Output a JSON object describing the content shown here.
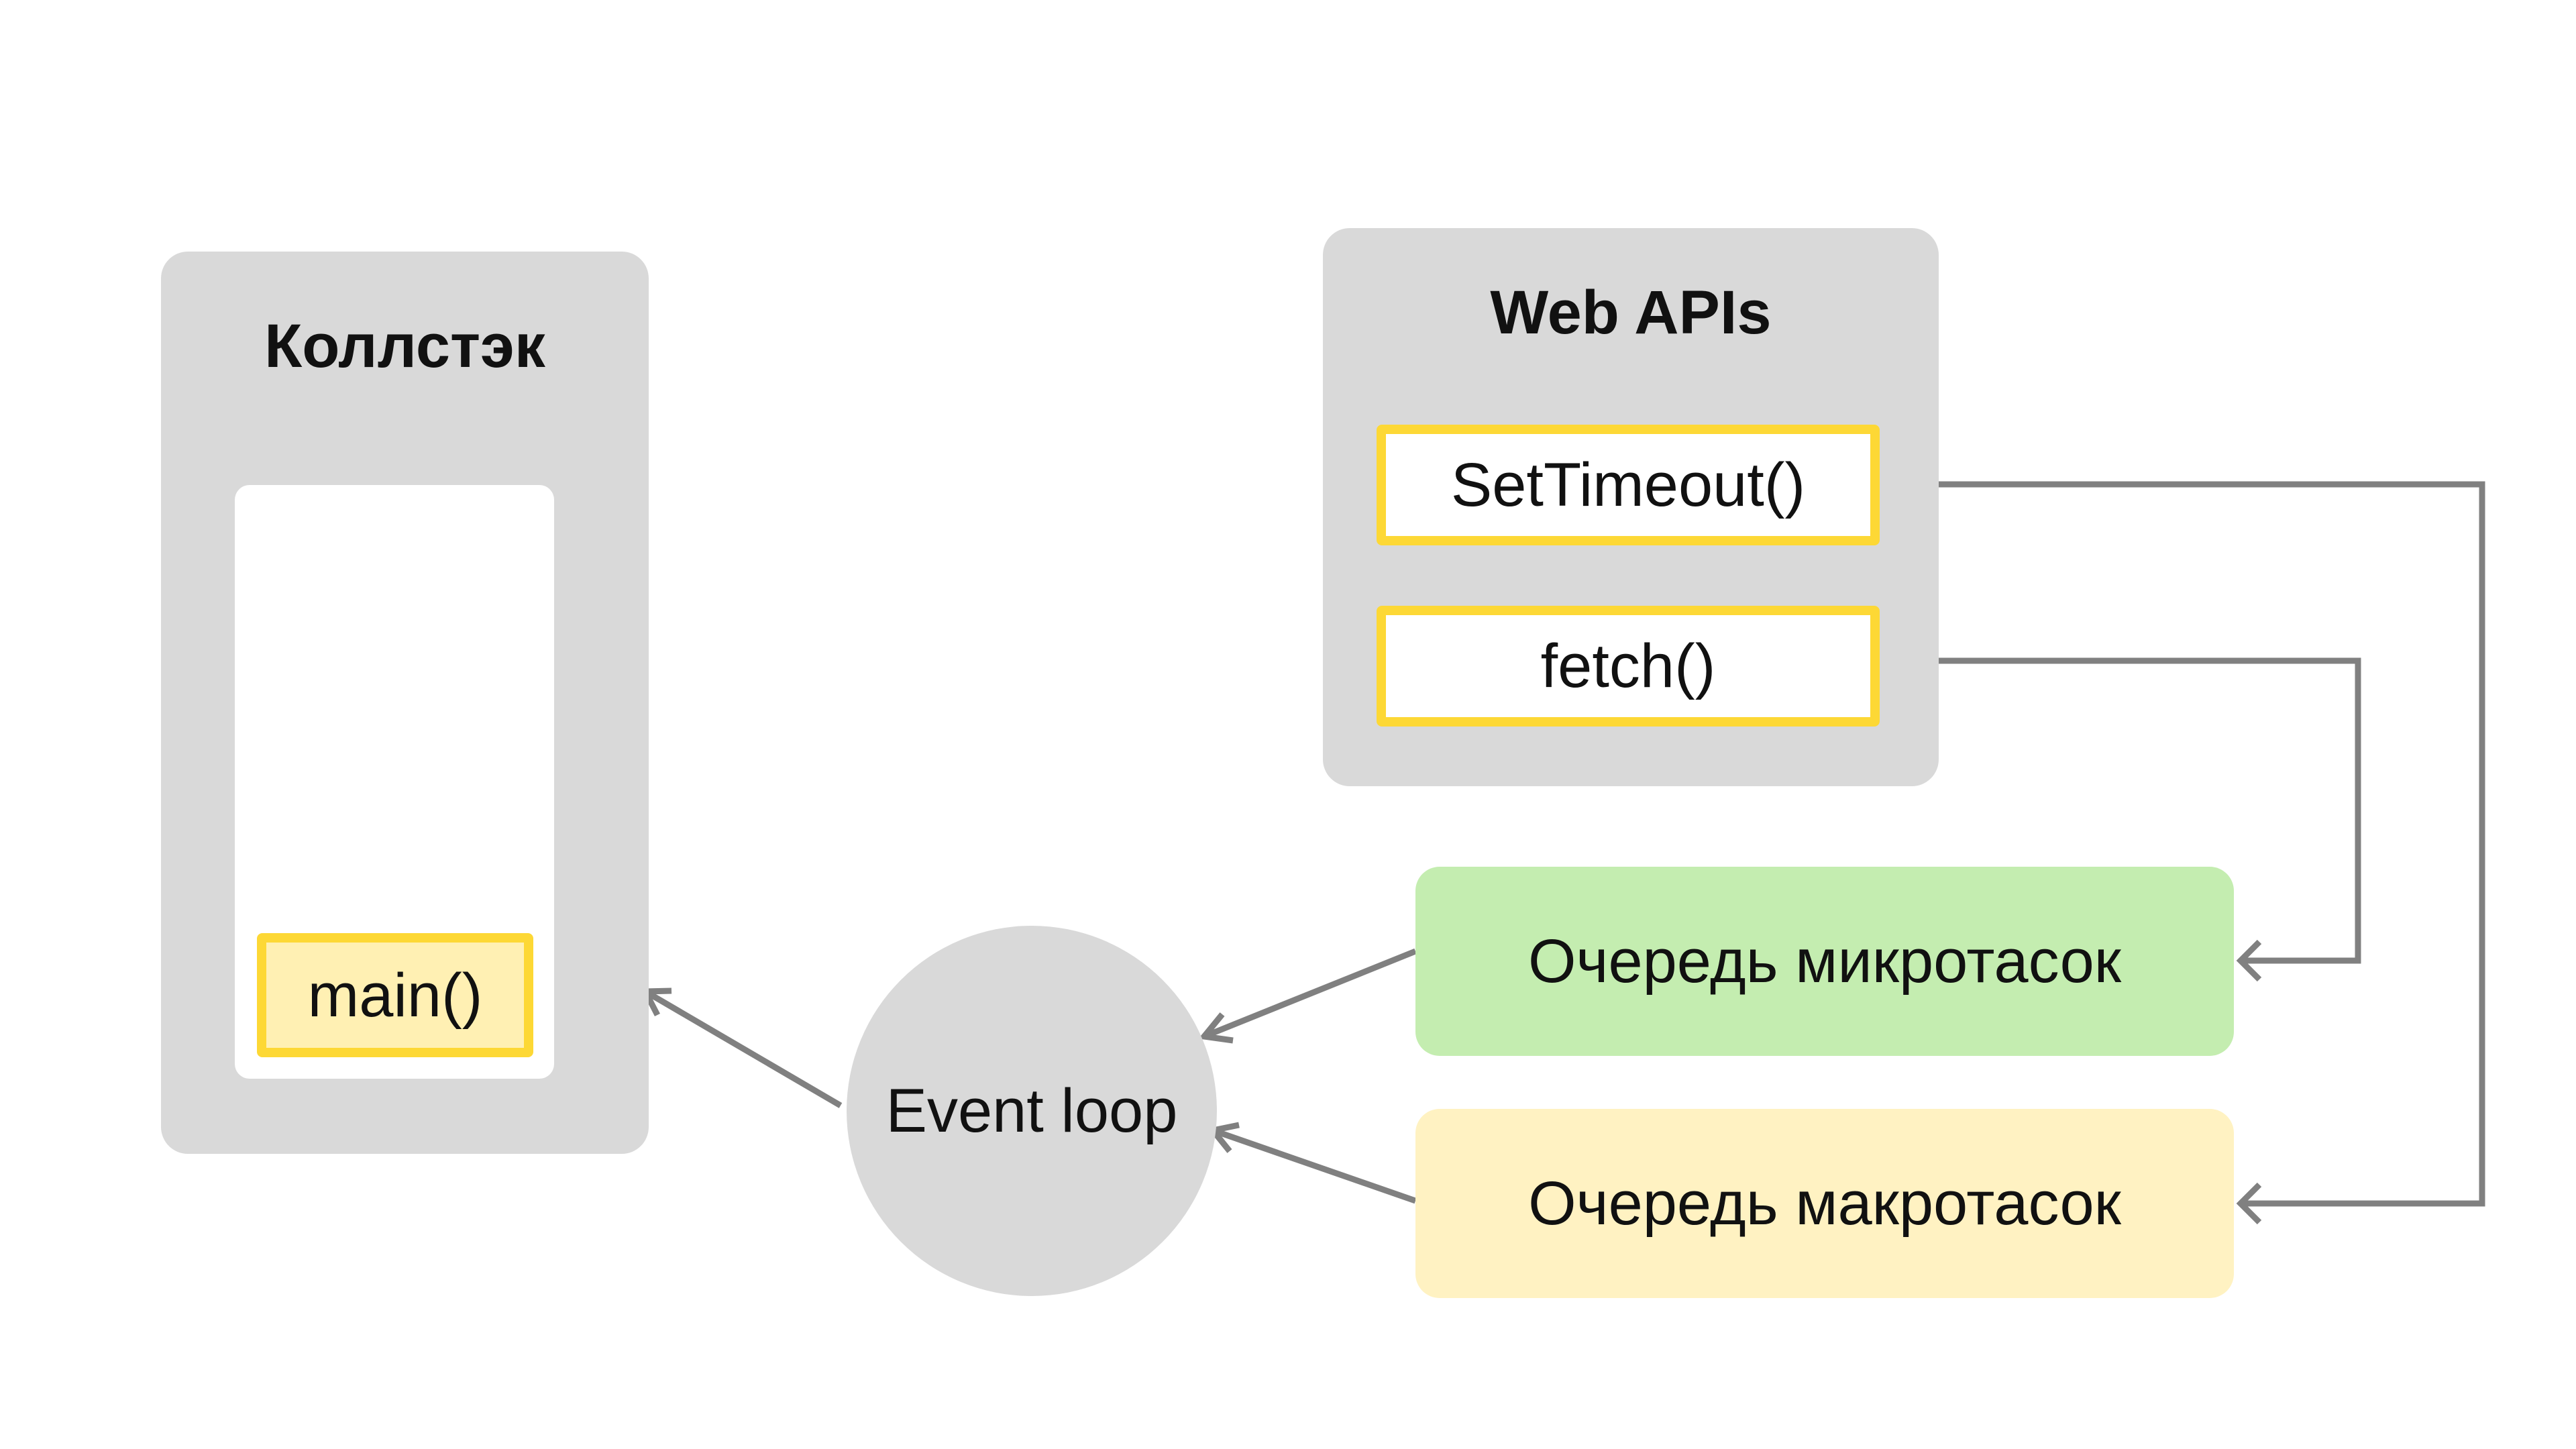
{
  "callstack": {
    "title": "Коллстэк",
    "frames": [
      "main()"
    ]
  },
  "webapis": {
    "title": "Web APIs",
    "items": [
      "SetTimeout()",
      "fetch()"
    ]
  },
  "queues": {
    "micro": "Очередь микротасок",
    "macro": "Очередь макротасок"
  },
  "event_loop": {
    "label": "Event loop"
  },
  "colors": {
    "panel": "#d9d9d9",
    "highlight_border": "#fdd835",
    "main_fill": "#fff0b3",
    "micro_fill": "#c4edb0",
    "macro_fill": "#fff2c2",
    "connector": "#808080"
  }
}
